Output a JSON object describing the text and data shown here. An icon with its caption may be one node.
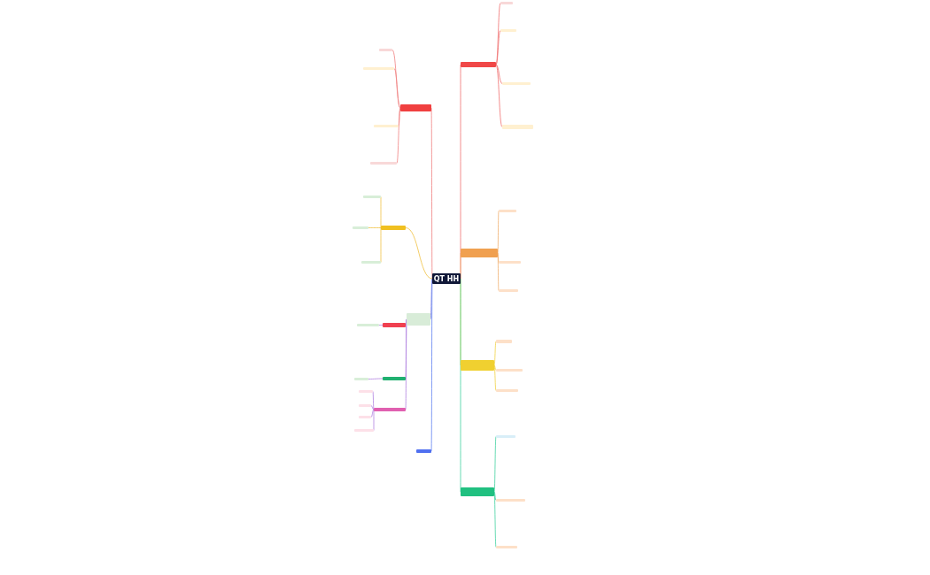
{
  "diagram": {
    "nodes": [
      {
        "text": [
          "QT HH"
        ]
      },
      {
        "text": [],
        "shape": "box"
      },
      {
        "text": [],
        "shape": "box"
      },
      {
        "text": [],
        "shape": "box"
      },
      {
        "text": [],
        "shape": "box"
      },
      {
        "text": [],
        "shape": "box"
      },
      {
        "text": [],
        "shape": "box"
      },
      {
        "text": [],
        "shape": "box"
      },
      {
        "text": [],
        "shape": "box"
      },
      {
        "text": [],
        "shape": "box"
      },
      {
        "text": [],
        "shape": "box"
      },
      {
        "text": [],
        "shape": "box"
      },
      {
        "text": [],
        "shape": "box"
      },
      {
        "text": [],
        "shape": "box"
      },
      {
        "text": [],
        "shape": "box"
      },
      {
        "text": [],
        "shape": "box"
      },
      {
        "text": [],
        "shape": "box"
      },
      {
        "text": [],
        "shape": "box"
      },
      {
        "text": [],
        "shape": "box"
      },
      {
        "text": [],
        "shape": "box"
      },
      {
        "text": [],
        "shape": "box"
      },
      {
        "text": [],
        "shape": "box"
      },
      {
        "text": [],
        "shape": "box"
      },
      {
        "text": [],
        "shape": "box"
      },
      {
        "text": [],
        "shape": "box"
      },
      {
        "text": [],
        "shape": "box"
      },
      {
        "text": [],
        "shape": "box"
      },
      {
        "text": [],
        "shape": "box"
      },
      {
        "text": [],
        "shape": "box"
      },
      {
        "text": [],
        "shape": "box"
      },
      {
        "text": [],
        "shape": "box"
      },
      {
        "text": [],
        "shape": "box"
      },
      {
        "text": [],
        "shape": "box"
      },
      {
        "text": [],
        "shape": "box"
      },
      {
        "text": [],
        "shape": "box"
      },
      {
        "text": [],
        "shape": "box"
      },
      {
        "text": [],
        "shape": "box"
      },
      {
        "text": [],
        "shape": "box"
      }
    ],
    "edges": [
      {
        "from": 0,
        "to": 1,
        "arrow": "none",
        "color": "#f07070"
      },
      {
        "from": 0,
        "to": 2,
        "arrow": "none",
        "color": "#f0b070"
      },
      {
        "from": 0,
        "to": 3,
        "arrow": "none",
        "color": "#f0d040"
      },
      {
        "from": 0,
        "to": 4,
        "arrow": "none",
        "color": "#40d0a0"
      },
      {
        "from": 0,
        "to": 5,
        "arrow": "none",
        "color": "#f08080"
      },
      {
        "from": 0,
        "to": 6,
        "arrow": "none",
        "color": "#f0c040"
      },
      {
        "from": 0,
        "to": 7,
        "arrow": "none",
        "color": "#8080e0"
      },
      {
        "from": 0,
        "to": 11,
        "arrow": "none",
        "color": "#6080f0"
      },
      {
        "from": 7,
        "to": 8,
        "arrow": "none",
        "color": "#b080e0"
      },
      {
        "from": 7,
        "to": 9,
        "arrow": "none",
        "color": "#b080e0"
      },
      {
        "from": 7,
        "to": 10,
        "arrow": "none",
        "color": "#b080e0"
      },
      {
        "from": 1,
        "to": 12,
        "arrow": "none",
        "color": "#f07070"
      },
      {
        "from": 1,
        "to": 13,
        "arrow": "none",
        "color": "#f07070"
      },
      {
        "from": 1,
        "to": 14,
        "arrow": "none",
        "color": "#f07070"
      },
      {
        "from": 1,
        "to": 15,
        "arrow": "none",
        "color": "#f07070"
      },
      {
        "from": 2,
        "to": 16,
        "arrow": "none",
        "color": "#f0b070"
      },
      {
        "from": 2,
        "to": 17,
        "arrow": "none",
        "color": "#f0b070"
      },
      {
        "from": 2,
        "to": 18,
        "arrow": "none",
        "color": "#f0b070"
      },
      {
        "from": 3,
        "to": 19,
        "arrow": "none",
        "color": "#f0d040"
      },
      {
        "from": 3,
        "to": 20,
        "arrow": "none",
        "color": "#f0d040"
      },
      {
        "from": 3,
        "to": 21,
        "arrow": "none",
        "color": "#f0d040"
      },
      {
        "from": 4,
        "to": 22,
        "arrow": "none",
        "color": "#40d0a0"
      },
      {
        "from": 4,
        "to": 23,
        "arrow": "none",
        "color": "#40d0a0"
      },
      {
        "from": 4,
        "to": 24,
        "arrow": "none",
        "color": "#40d0a0"
      },
      {
        "from": 5,
        "to": 25,
        "arrow": "none",
        "color": "#f08080"
      },
      {
        "from": 5,
        "to": 26,
        "arrow": "none",
        "color": "#f08080"
      },
      {
        "from": 5,
        "to": 27,
        "arrow": "none",
        "color": "#f08080"
      },
      {
        "from": 5,
        "to": 28,
        "arrow": "none",
        "color": "#f08080"
      },
      {
        "from": 6,
        "to": 29,
        "arrow": "none",
        "color": "#f0c040"
      },
      {
        "from": 6,
        "to": 30,
        "arrow": "none",
        "color": "#f0c040"
      },
      {
        "from": 6,
        "to": 31,
        "arrow": "none",
        "color": "#f0c040"
      },
      {
        "from": 8,
        "to": 32,
        "arrow": "none",
        "color": "#b080e0"
      },
      {
        "from": 9,
        "to": 33,
        "arrow": "none",
        "color": "#b080e0"
      },
      {
        "from": 10,
        "to": 34,
        "arrow": "none",
        "color": "#b080e0"
      },
      {
        "from": 10,
        "to": 35,
        "arrow": "none",
        "color": "#b080e0"
      },
      {
        "from": 10,
        "to": 36,
        "arrow": "none",
        "color": "#b080e0"
      },
      {
        "from": 10,
        "to": 37,
        "arrow": "none",
        "color": "#b080e0"
      }
    ]
  }
}
